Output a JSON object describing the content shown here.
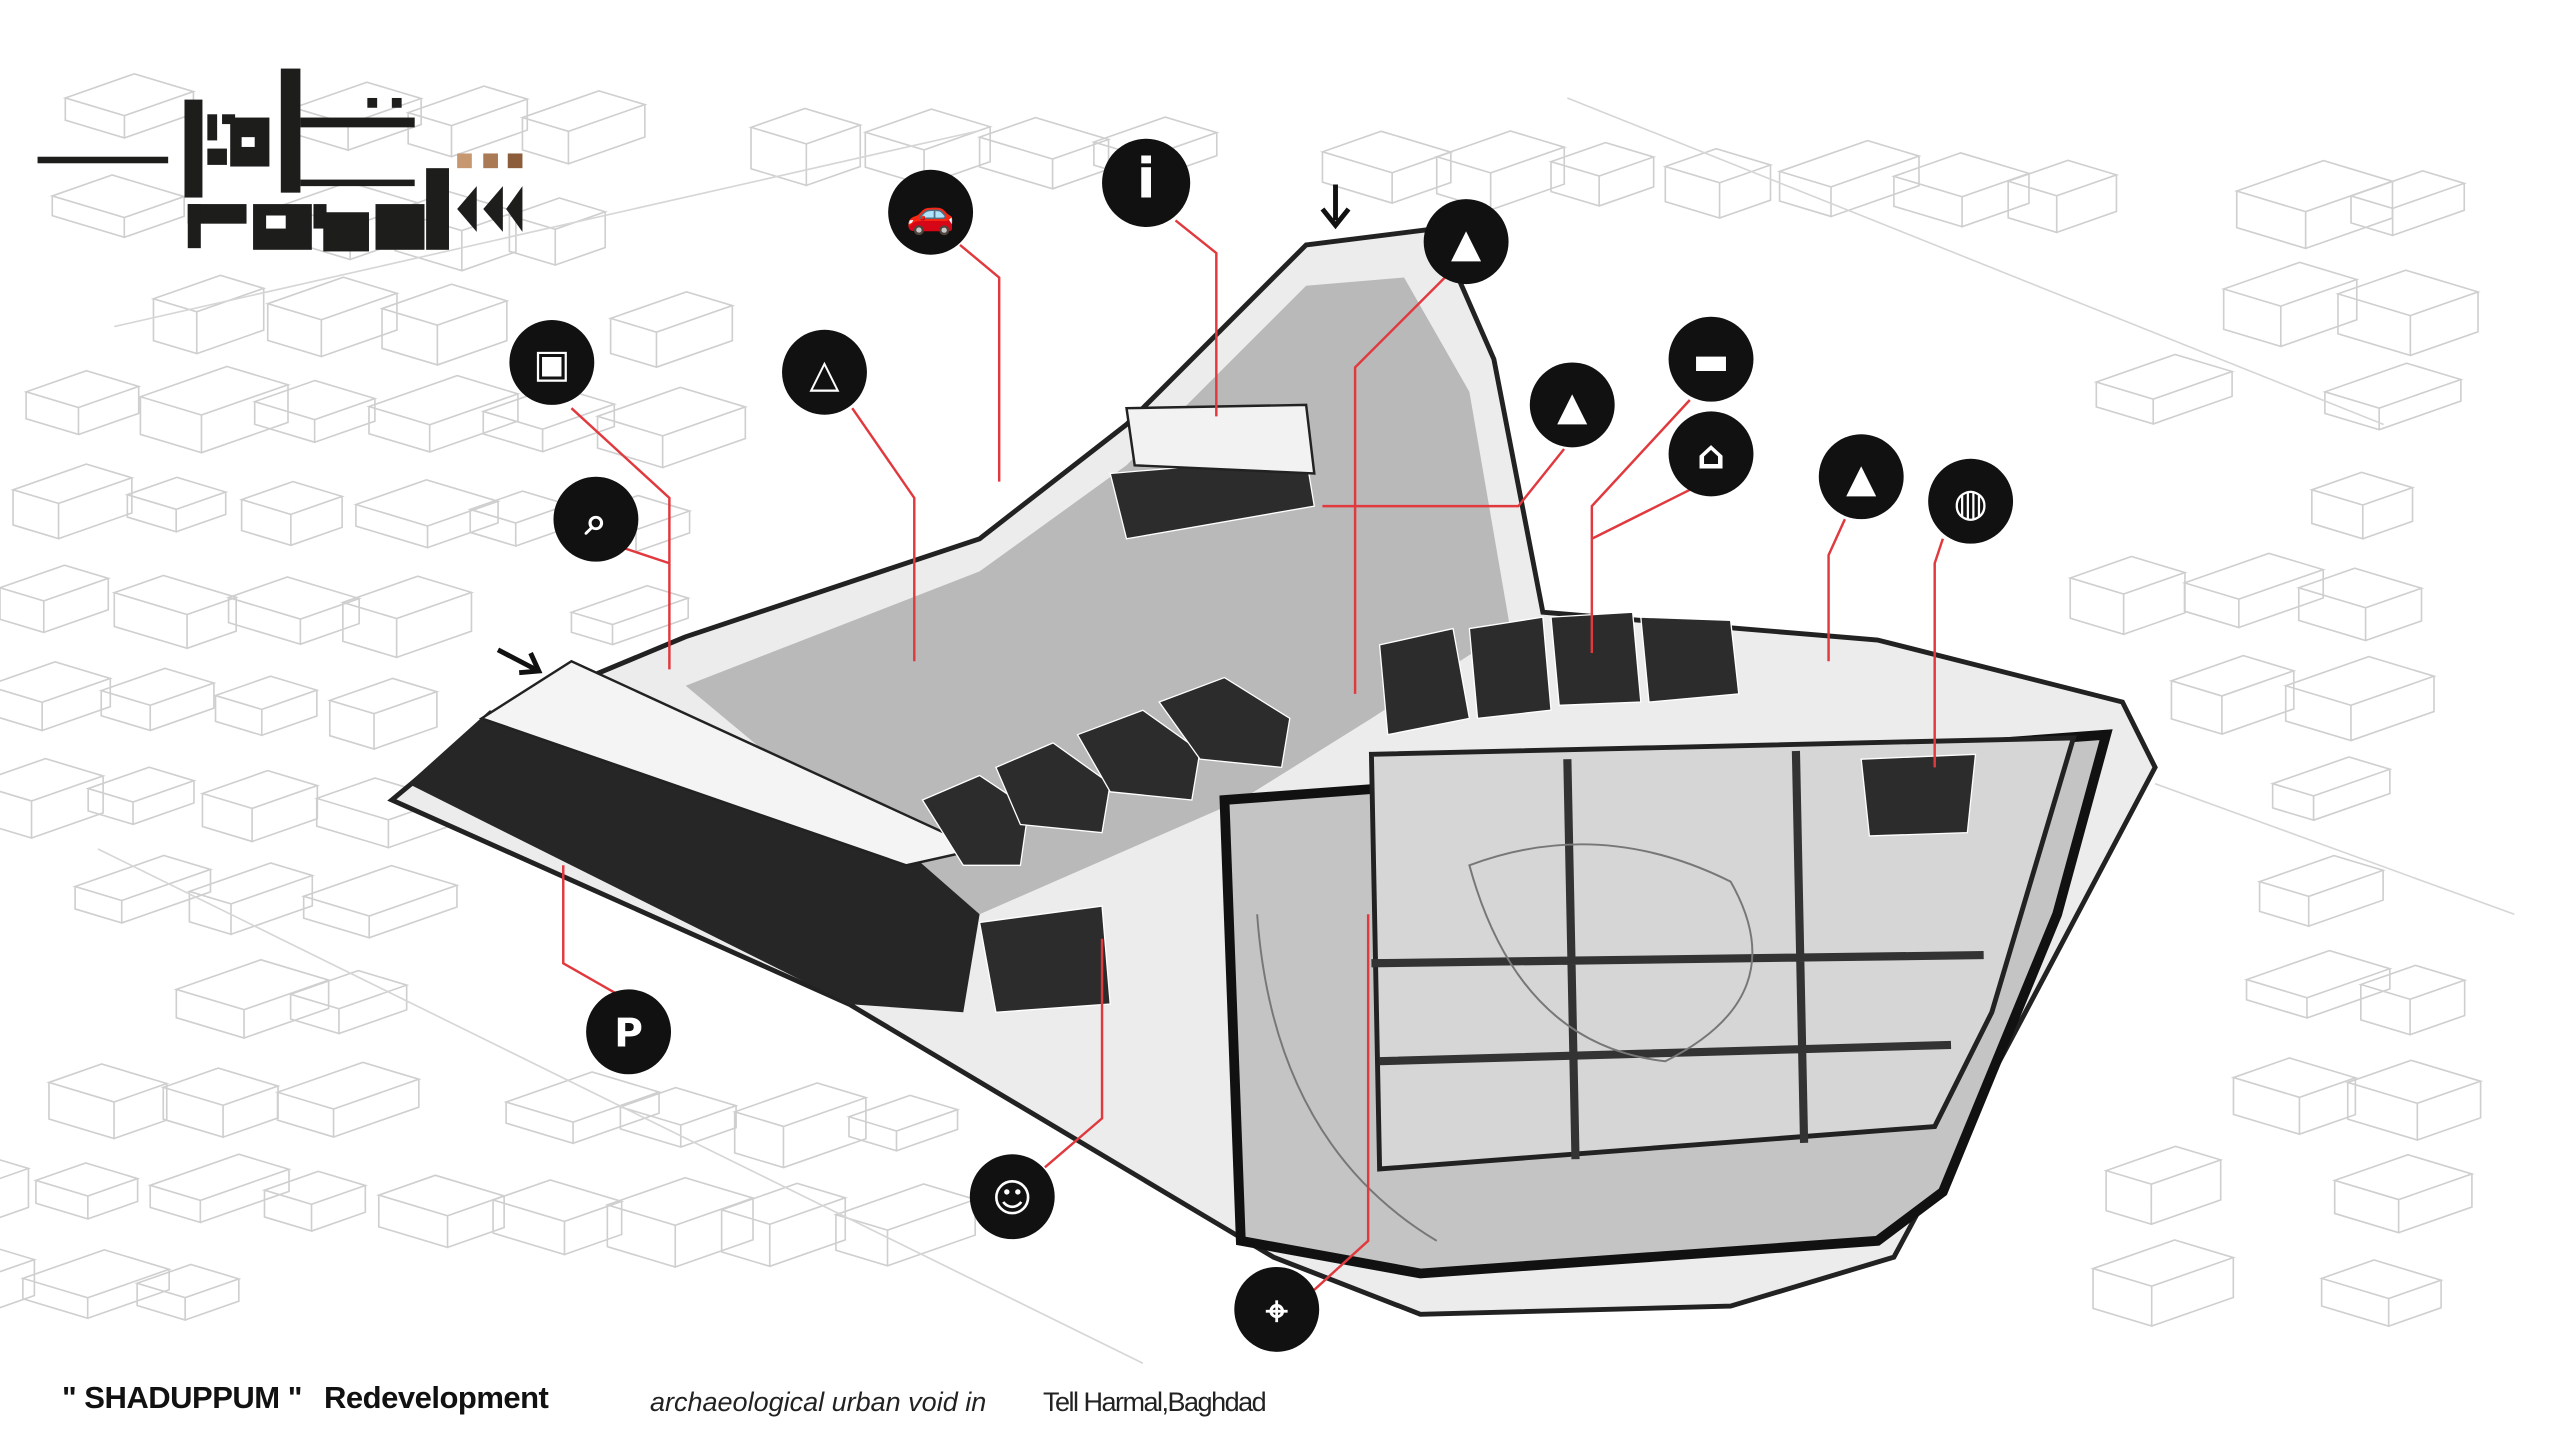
{
  "caption": {
    "project_name": "\" SHADUPPUM \"",
    "project_suffix": "Redevelopment",
    "description": "archaeological urban void in",
    "location": "Tell Harmal,Baghdad"
  },
  "colors": {
    "leader_line": "#e0393e",
    "icon_fill": "#111111",
    "ground": "#b9b9b9",
    "building_dark": "#2a2a2a",
    "context_lines": "#cfcfcf",
    "logo_accent": "#a0724f"
  },
  "icons": [
    {
      "name": "car-parking-icon",
      "glyph": "🚗"
    },
    {
      "name": "info-icon",
      "glyph": "i"
    },
    {
      "name": "monument-icon",
      "glyph": "▲"
    },
    {
      "name": "museum-icon",
      "glyph": "▣"
    },
    {
      "name": "desert-ziggurat-icon",
      "glyph": "△"
    },
    {
      "name": "search-analysis-icon",
      "glyph": "⌕"
    },
    {
      "name": "monument-icon",
      "glyph": "▲"
    },
    {
      "name": "hotel-bed-icon",
      "glyph": "▬"
    },
    {
      "name": "shop-icon",
      "glyph": "⌂"
    },
    {
      "name": "monument-icon",
      "glyph": "▲"
    },
    {
      "name": "pottery-icon",
      "glyph": "◍"
    },
    {
      "name": "bicycle-parking-icon",
      "glyph": "P"
    },
    {
      "name": "viewer-person-icon",
      "glyph": "☺"
    },
    {
      "name": "route-location-icon",
      "glyph": "⌖"
    }
  ]
}
